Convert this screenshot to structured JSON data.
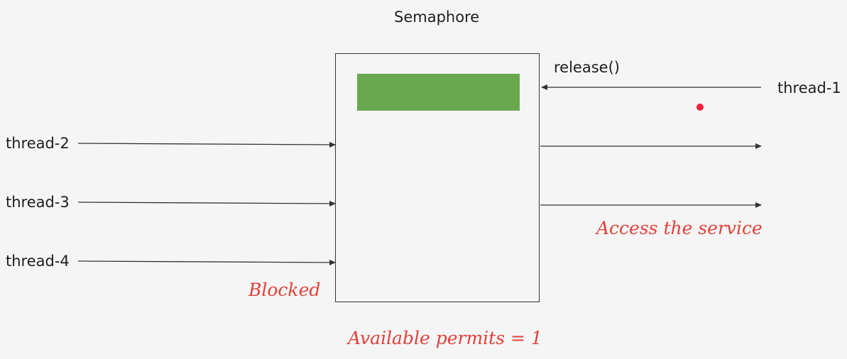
{
  "title": "Semaphore",
  "threads": {
    "t1": "thread-1",
    "t2": "thread-2",
    "t3": "thread-3",
    "t4": "thread-4"
  },
  "release_label": "release()",
  "annotations": {
    "access": "Access the service",
    "blocked": "Blocked",
    "permits": "Available permits = 1"
  },
  "colors": {
    "permit": "#6aa84f",
    "annotation": "#e0413a",
    "pointer": "#f01e3c",
    "line": "#333333"
  }
}
